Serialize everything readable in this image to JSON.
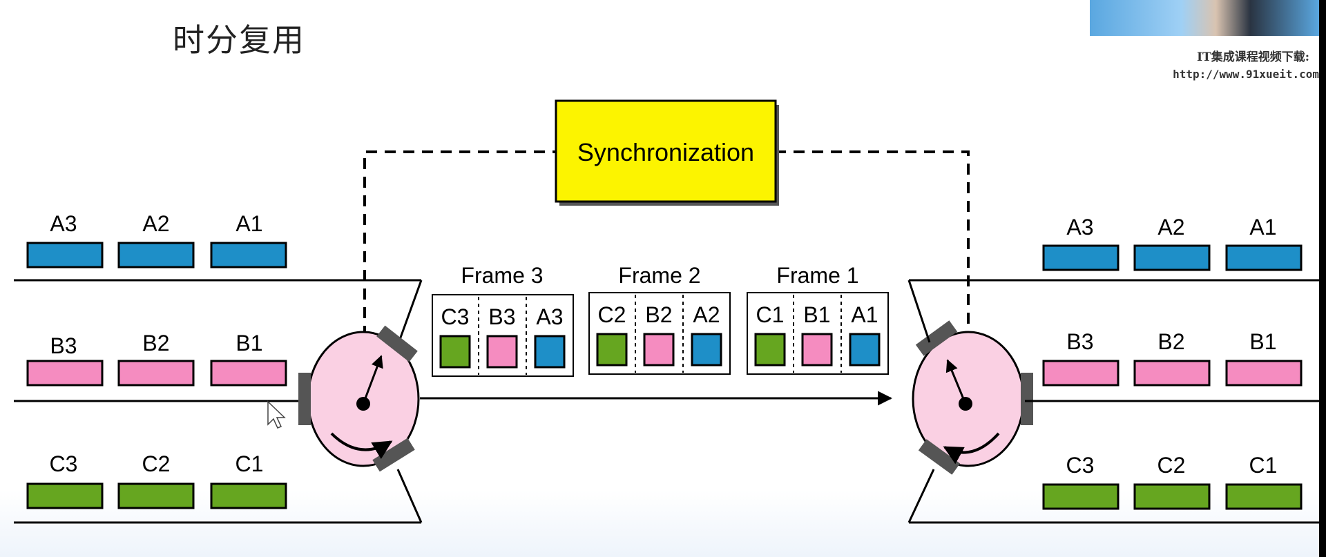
{
  "title": "时分复用",
  "watermark": {
    "line1": "IT集成课程视频下载:",
    "line2": "http://www.91xueit.com"
  },
  "sync_label": "Synchronization",
  "left_lines": {
    "A": [
      "A3",
      "A2",
      "A1"
    ],
    "B": [
      "B3",
      "B2",
      "B1"
    ],
    "C": [
      "C3",
      "C2",
      "C1"
    ]
  },
  "right_lines": {
    "A": [
      "A3",
      "A2",
      "A1"
    ],
    "B": [
      "B3",
      "B2",
      "B1"
    ],
    "C": [
      "C3",
      "C2",
      "C1"
    ]
  },
  "frames": [
    {
      "label": "Frame 3",
      "slots": [
        "C3",
        "B3",
        "A3"
      ]
    },
    {
      "label": "Frame 2",
      "slots": [
        "C2",
        "B2",
        "A2"
      ]
    },
    {
      "label": "Frame 1",
      "slots": [
        "C1",
        "B1",
        "A1"
      ]
    }
  ],
  "colors": {
    "A": "#1e8fc8",
    "B": "#f58cc0",
    "C": "#66a620",
    "sync": "#fcf400",
    "rotor": "#fad0e3"
  }
}
